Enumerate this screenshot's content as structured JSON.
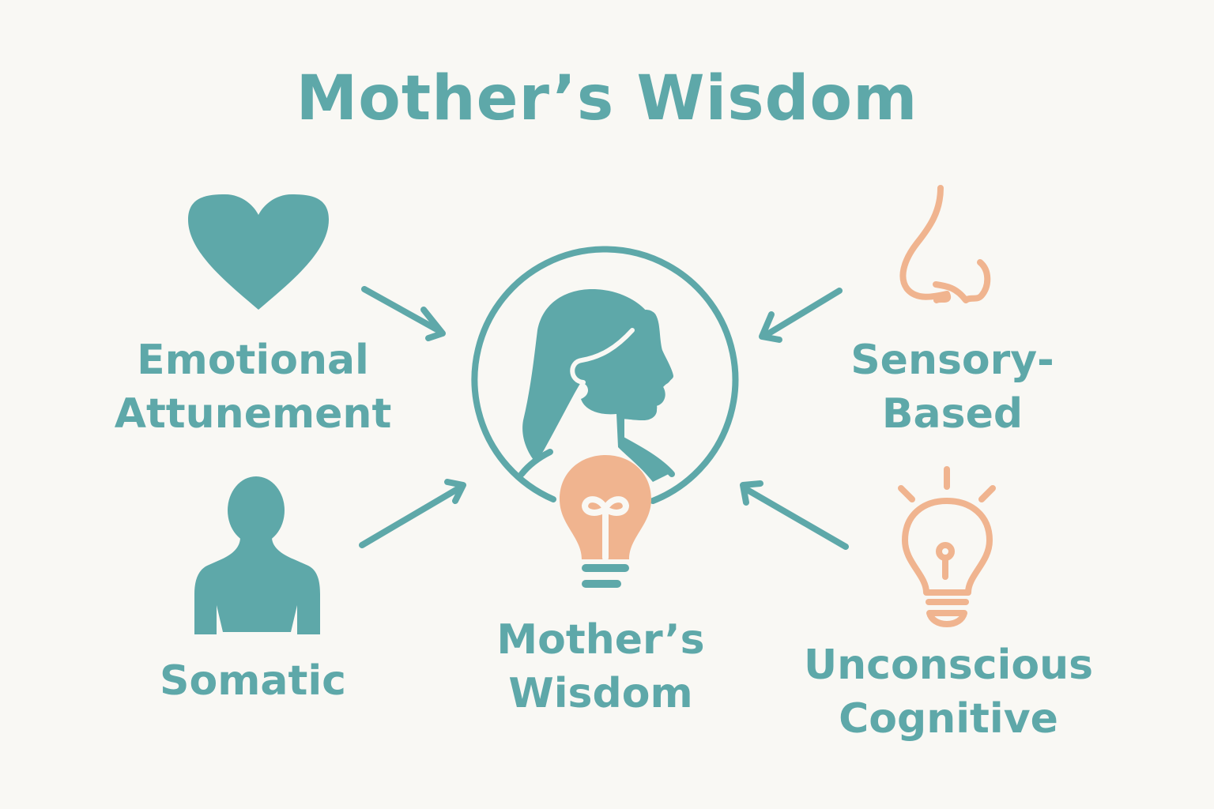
{
  "title": "Mother’s Wisdom",
  "center": {
    "line1": "Mother’s",
    "line2": "Wisdom",
    "icon": "mother-profile-with-lightbulb-icon"
  },
  "nodes": {
    "emotional": {
      "line1": "Emotional",
      "line2": "Attunement",
      "icon": "heart-icon"
    },
    "somatic": {
      "line1": "Somatic",
      "icon": "person-bust-icon"
    },
    "sensory": {
      "line1": "Sensory-",
      "line2": "Based",
      "icon": "nose-icon"
    },
    "unconscious": {
      "line1": "Unconscious",
      "line2": "Cognitive",
      "icon": "lightbulb-icon"
    }
  },
  "colors": {
    "teal": "#5ea8a9",
    "peach": "#f0b48f",
    "background": "#f9f8f4"
  }
}
